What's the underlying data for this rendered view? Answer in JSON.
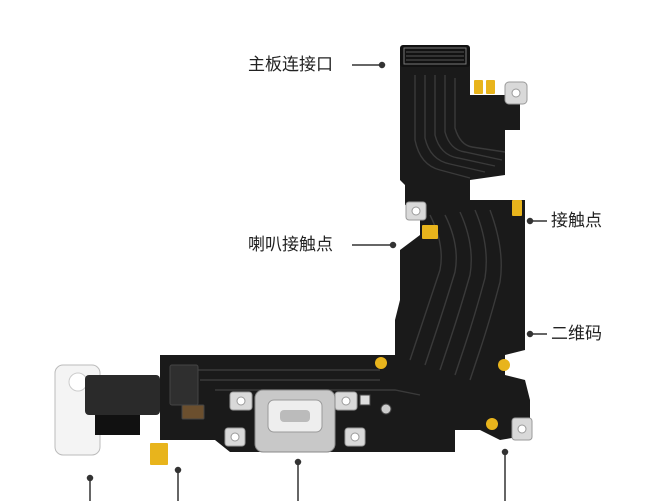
{
  "labels": {
    "board_connector": "主板连接口",
    "contact_right": "接触点",
    "speaker_contact": "喇叭接触点",
    "qr_code": "二维码"
  },
  "colors": {
    "flex_black": "#1a1a1a",
    "trace_gray": "#3a3a3a",
    "gold_pad": "#e8b41c",
    "metal": "#d9d9d9",
    "leader_line": "#333333"
  }
}
